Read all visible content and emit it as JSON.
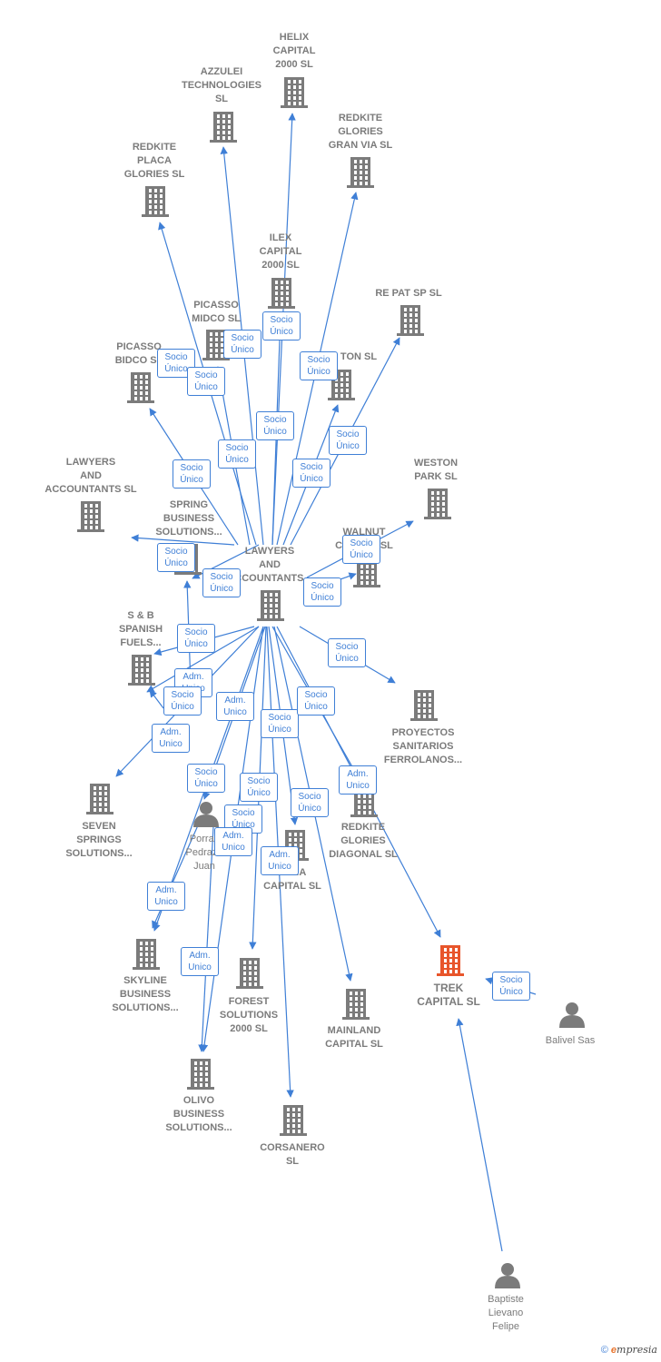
{
  "colors": {
    "edge": "#3f7fd6",
    "building": "#7b7b7b",
    "focus": "#e8552b",
    "person": "#7b7b7b"
  },
  "footer": {
    "copyright": "©",
    "brand_e": "e",
    "brand_rest": "mpresia"
  },
  "nodes": [
    {
      "id": "helix",
      "label": "HELIX\nCAPITAL\n2000  SL",
      "type": "building"
    },
    {
      "id": "azzulei",
      "label": "AZZULEI\nTECHNOLOGIES\nSL",
      "type": "building"
    },
    {
      "id": "redkite_gv",
      "label": "REDKITE\nGLORIES\nGRAN VIA  SL",
      "type": "building"
    },
    {
      "id": "redkite_pg",
      "label": "REDKITE\nPLACA\nGLORIES  SL",
      "type": "building"
    },
    {
      "id": "ilex",
      "label": "ILEX\nCAPITAL\n2000  SL",
      "type": "building"
    },
    {
      "id": "repat",
      "label": "RE PAT SP  SL",
      "type": "building"
    },
    {
      "id": "picasso_midco",
      "label": "PICASSO\nMIDCO  SL",
      "type": "building"
    },
    {
      "id": "picasso_bidco",
      "label": "PICASSO\nBIDCO  SL",
      "type": "building"
    },
    {
      "id": "ton",
      "label": "TON  SL",
      "type": "building"
    },
    {
      "id": "lawyers_sl",
      "label": "LAWYERS\nAND\nACCOUNTANTS SL",
      "type": "building"
    },
    {
      "id": "weston",
      "label": "WESTON\nPARK  SL",
      "type": "building"
    },
    {
      "id": "spring",
      "label": "SPRING\nBUSINESS\nSOLUTIONS...",
      "type": "building"
    },
    {
      "id": "walnut",
      "label": "WALNUT\nCAPITAL  SL",
      "type": "building"
    },
    {
      "id": "lawyers_center",
      "label": "LAWYERS\nAND\nACCOUNTANTS...",
      "type": "building"
    },
    {
      "id": "sb_spanish",
      "label": "S & B\nSPANISH\nFUELS...",
      "type": "building"
    },
    {
      "id": "proyectos",
      "label": "PROYECTOS\nSANITARIOS\nFERROLANOS...",
      "type": "building"
    },
    {
      "id": "seven",
      "label": "SEVEN\nSPRINGS\nSOLUTIONS...",
      "type": "building"
    },
    {
      "id": "porras",
      "label": "Porras\nPedraza\nJuan",
      "type": "person"
    },
    {
      "id": "redkite_diag",
      "label": "REDKITE\nGLORIES\nDIAGONAL  SL",
      "type": "building"
    },
    {
      "id": "luna",
      "label": "LUNA\nCAPITAL  SL",
      "type": "building"
    },
    {
      "id": "skyline",
      "label": "SKYLINE\nBUSINESS\nSOLUTIONS...",
      "type": "building"
    },
    {
      "id": "trek",
      "label": "TREK\nCAPITAL  SL",
      "type": "focus"
    },
    {
      "id": "balivel",
      "label": "Balivel Sas",
      "type": "person"
    },
    {
      "id": "forest",
      "label": "FOREST\nSOLUTIONS\n2000  SL",
      "type": "building"
    },
    {
      "id": "mainland",
      "label": "MAINLAND\nCAPITAL  SL",
      "type": "building"
    },
    {
      "id": "olivo",
      "label": "OLIVO\nBUSINESS\nSOLUTIONS...",
      "type": "building"
    },
    {
      "id": "corsanero",
      "label": "CORSANERO\nSL",
      "type": "building"
    },
    {
      "id": "baptiste",
      "label": "Baptiste\nLievano\nFelipe",
      "type": "person"
    }
  ],
  "edge_labels": [
    "Socio\nÚnico",
    "Socio\nÚnico",
    "Socio\nÚnico",
    "Socio\nÚnico",
    "Socio\nÚnico",
    "Socio\nÚnico",
    "Socio\nÚnico",
    "Socio\nÚnico",
    "Socio\nÚnico",
    "Socio\nÚnico",
    "Socio\nÚnico",
    "Socio\nÚnico",
    "Socio\nÚnico",
    "Socio\nÚnico",
    "Socio\nÚnico",
    "Socio\nÚnico",
    "Adm.\nUnico",
    "Socio\nÚnico",
    "Adm.\nUnico",
    "Adm.\nUnico",
    "Socio\nÚnico",
    "Socio\nÚnico",
    "Socio\nÚnico",
    "Socio\nÚnico",
    "Socio\nÚnico",
    "Adm.\nUnico",
    "Socio\nÚnico",
    "Adm.\nUnico",
    "Adm.\nUnico",
    "Adm.\nUnico",
    "Socio\nÚnico",
    "Adm.\nUnico"
  ]
}
